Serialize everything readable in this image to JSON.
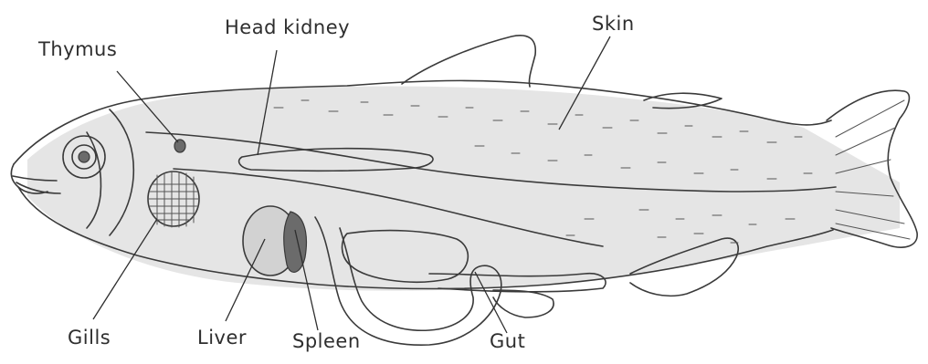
{
  "labels": {
    "thymus": "Thymus",
    "head_kidney": "Head kidney",
    "skin": "Skin",
    "gills": "Gills",
    "liver": "Liver",
    "spleen": "Spleen",
    "gut": "Gut"
  }
}
